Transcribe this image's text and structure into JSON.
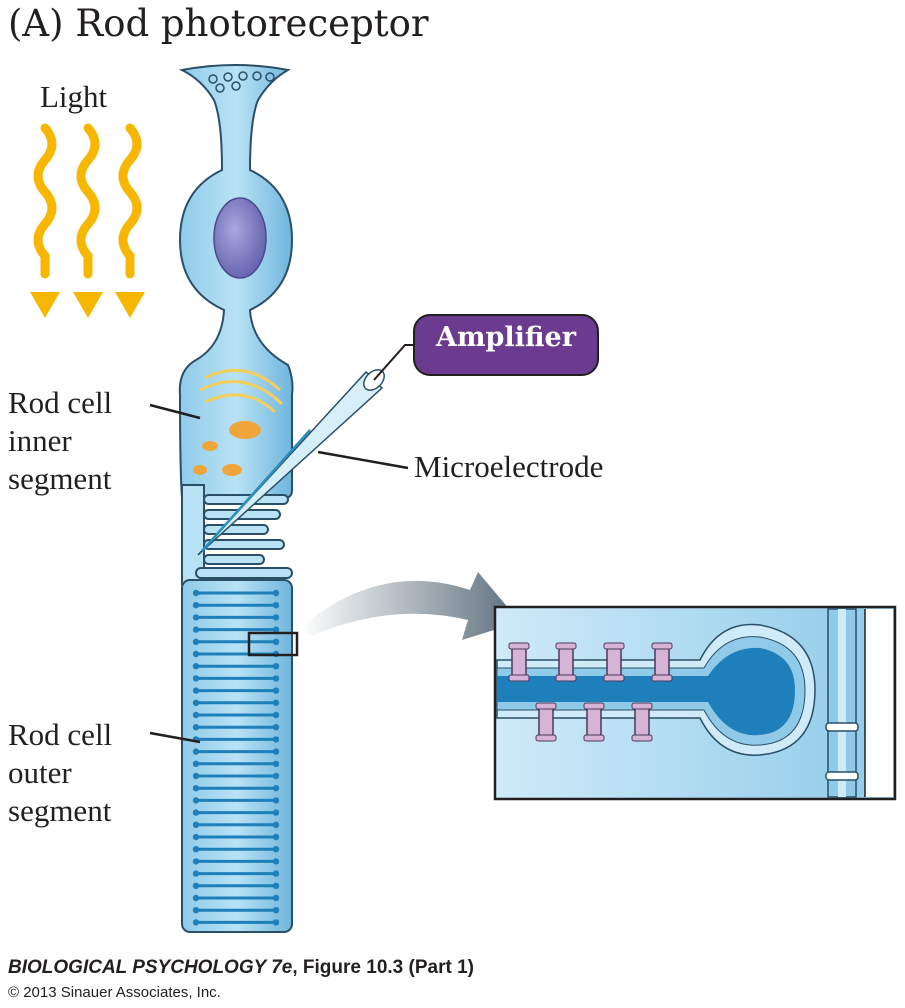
{
  "title": "(A)  Rod photoreceptor",
  "labels": {
    "light": "Light",
    "inner_segment": [
      "Rod cell",
      "inner",
      "segment"
    ],
    "outer_segment": [
      "Rod cell",
      "outer",
      "segment"
    ],
    "microelectrode": "Microelectrode",
    "amplifier": "Amplifier"
  },
  "caption": {
    "book": "BIOLOGICAL PSYCHOLOGY 7e",
    "figure": ", Figure 10.3 (Part 1)",
    "copyright": "© 2013 Sinauer Associates, Inc."
  },
  "colors": {
    "cell_fill": "#8ecbe9",
    "disc_fill": "#1f7fba",
    "light_wave": "#f7b600",
    "amplifier": "#6a3b8f",
    "channel": "#d7b4d6"
  }
}
